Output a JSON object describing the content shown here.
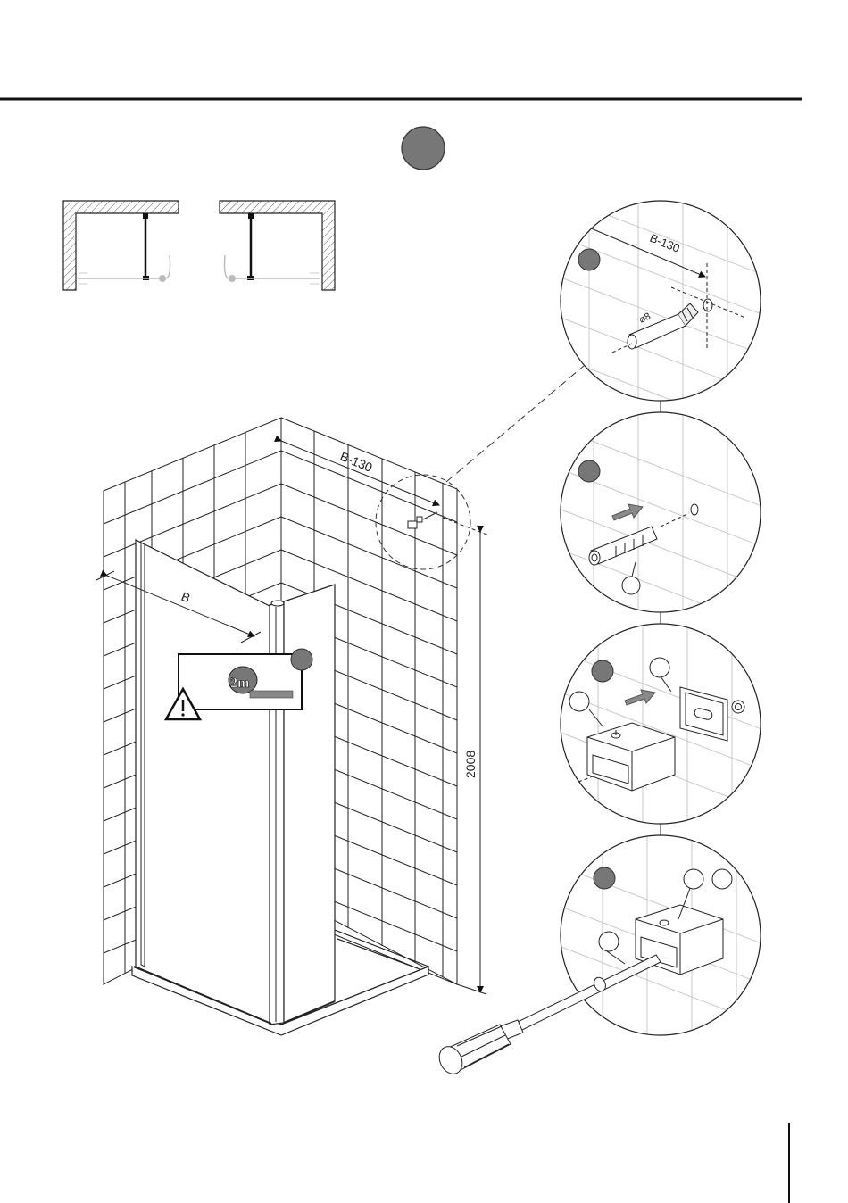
{
  "dimensions": {
    "width_label": "B",
    "offset_label": "B-130",
    "height_label": "2008",
    "drill_diameter_label": "⌀8"
  },
  "badge_mark": "2m",
  "colors": {
    "line": "#1a1a1a",
    "step_badge": "#777777",
    "tile_grid_light": "#bdbdbd",
    "arrow_fill": "#8a8a8a",
    "hatch": "#444444"
  },
  "icons": [
    "warning-triangle-icon",
    "two-person-badge-icon",
    "screwdriver-icon",
    "drill-bit-icon",
    "wall-plug-icon",
    "arrow-right-icon"
  ]
}
